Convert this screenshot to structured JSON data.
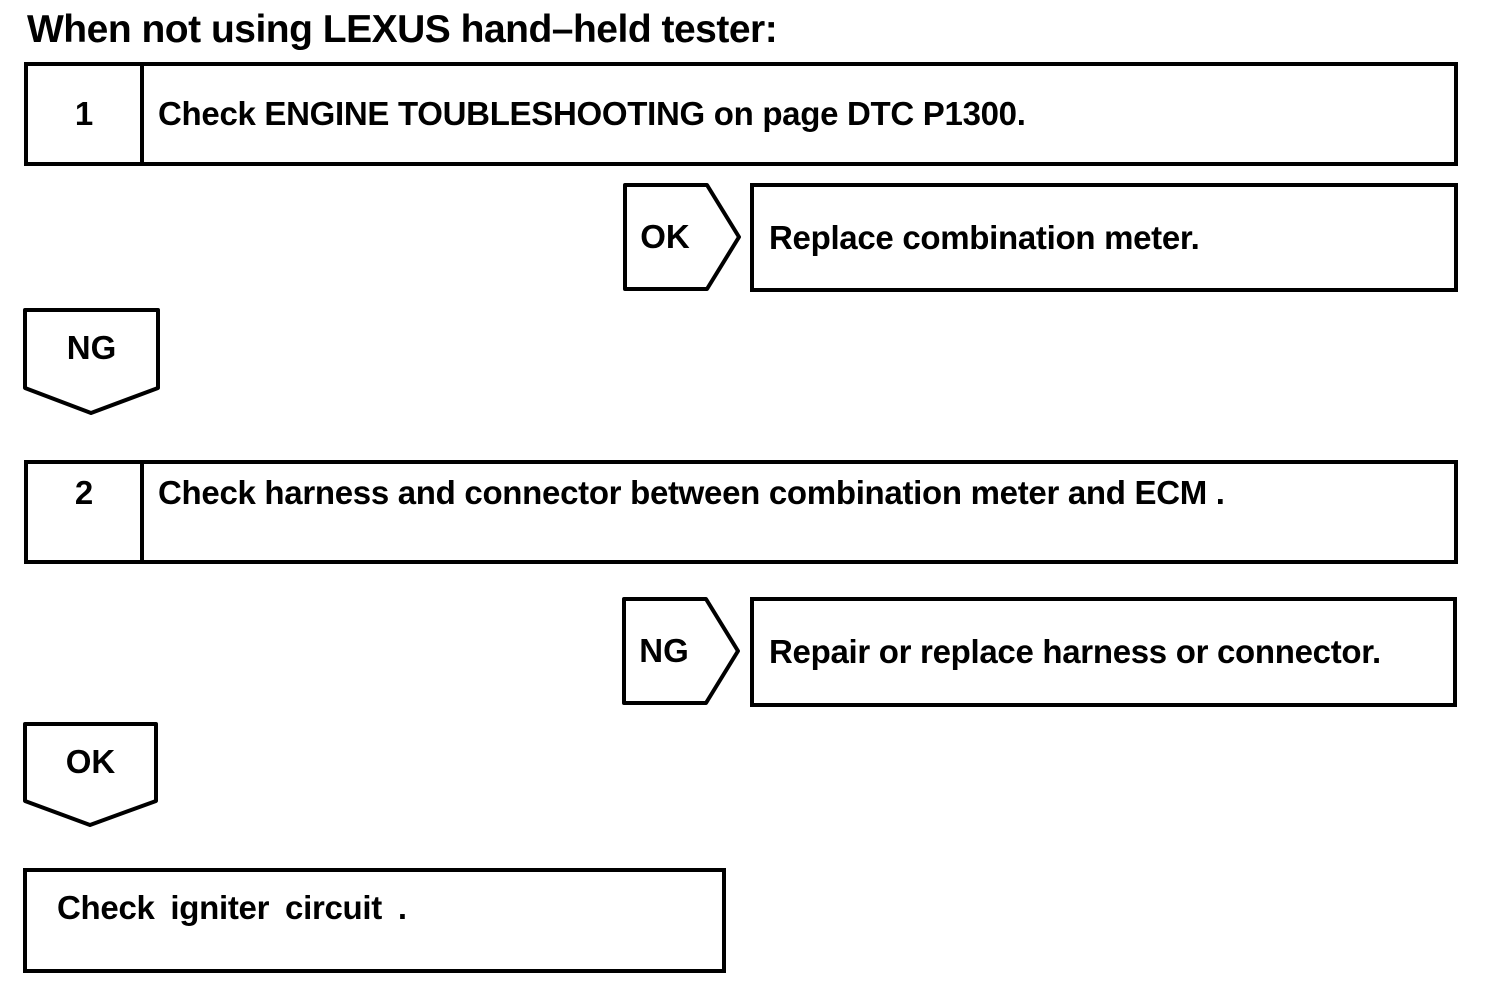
{
  "page": {
    "title": "When not using LEXUS hand–held tester:",
    "colors": {
      "ink": "#000000",
      "paper": "#ffffff"
    }
  },
  "steps": [
    {
      "number": "1",
      "instruction": "Check ENGINE TOUBLESHOOTING on page DTC P1300."
    },
    {
      "number": "2",
      "instruction": "Check harness and connector between combination meter and ECM ."
    }
  ],
  "branches": [
    {
      "label": "OK",
      "result": "Replace combination meter."
    },
    {
      "label": "NG",
      "result": "Repair or replace harness or connector."
    }
  ],
  "connectors": [
    {
      "label": "NG"
    },
    {
      "label": "OK"
    }
  ],
  "terminal": {
    "instruction": "Check igniter circuit ."
  }
}
